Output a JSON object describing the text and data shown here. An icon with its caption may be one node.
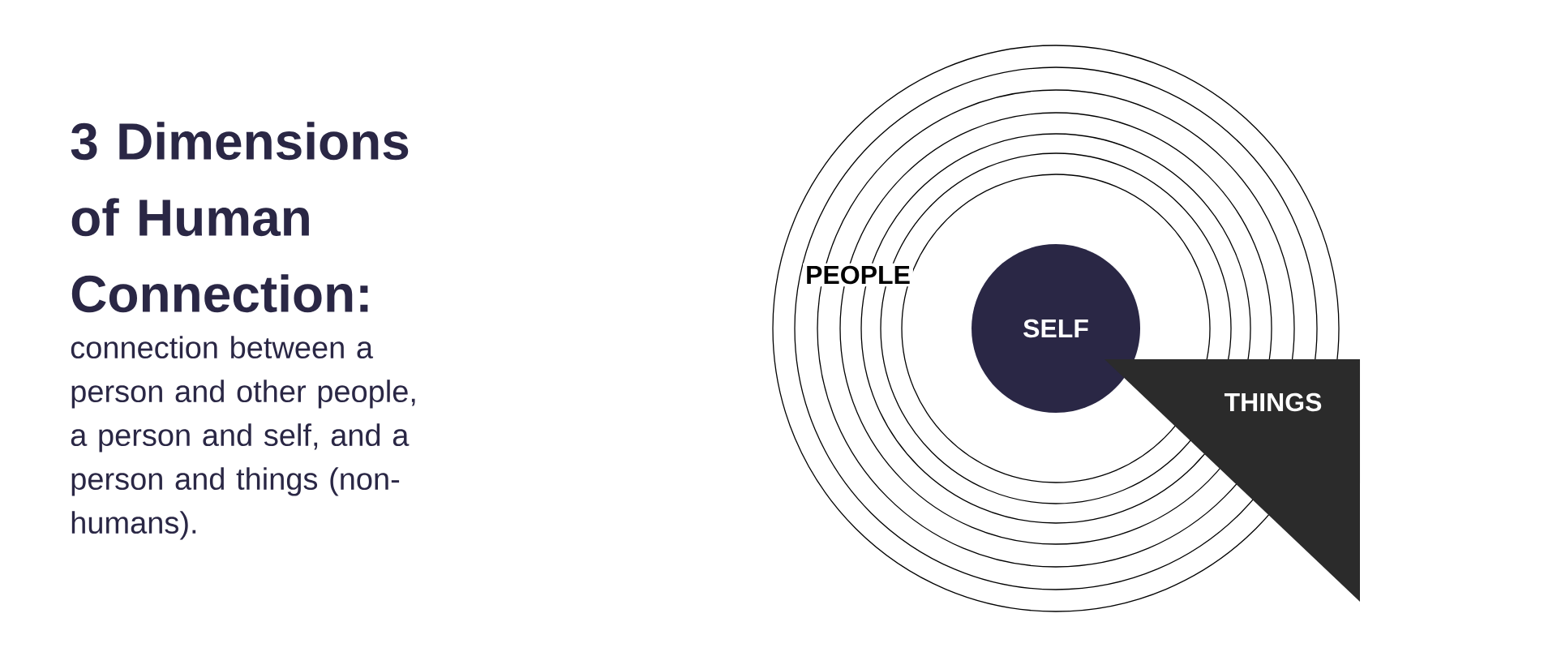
{
  "diagram": {
    "title": "3 Dimensions of Human Connection:",
    "nodes": [
      {
        "text": [
          "PEOPLE"
        ]
      },
      {
        "text": [
          "SELF"
        ]
      },
      {
        "text": [
          "THINGS"
        ]
      }
    ],
    "labels": [
      "connection between a person and other people, a person and self, and a person and things (non-humans)."
    ]
  }
}
